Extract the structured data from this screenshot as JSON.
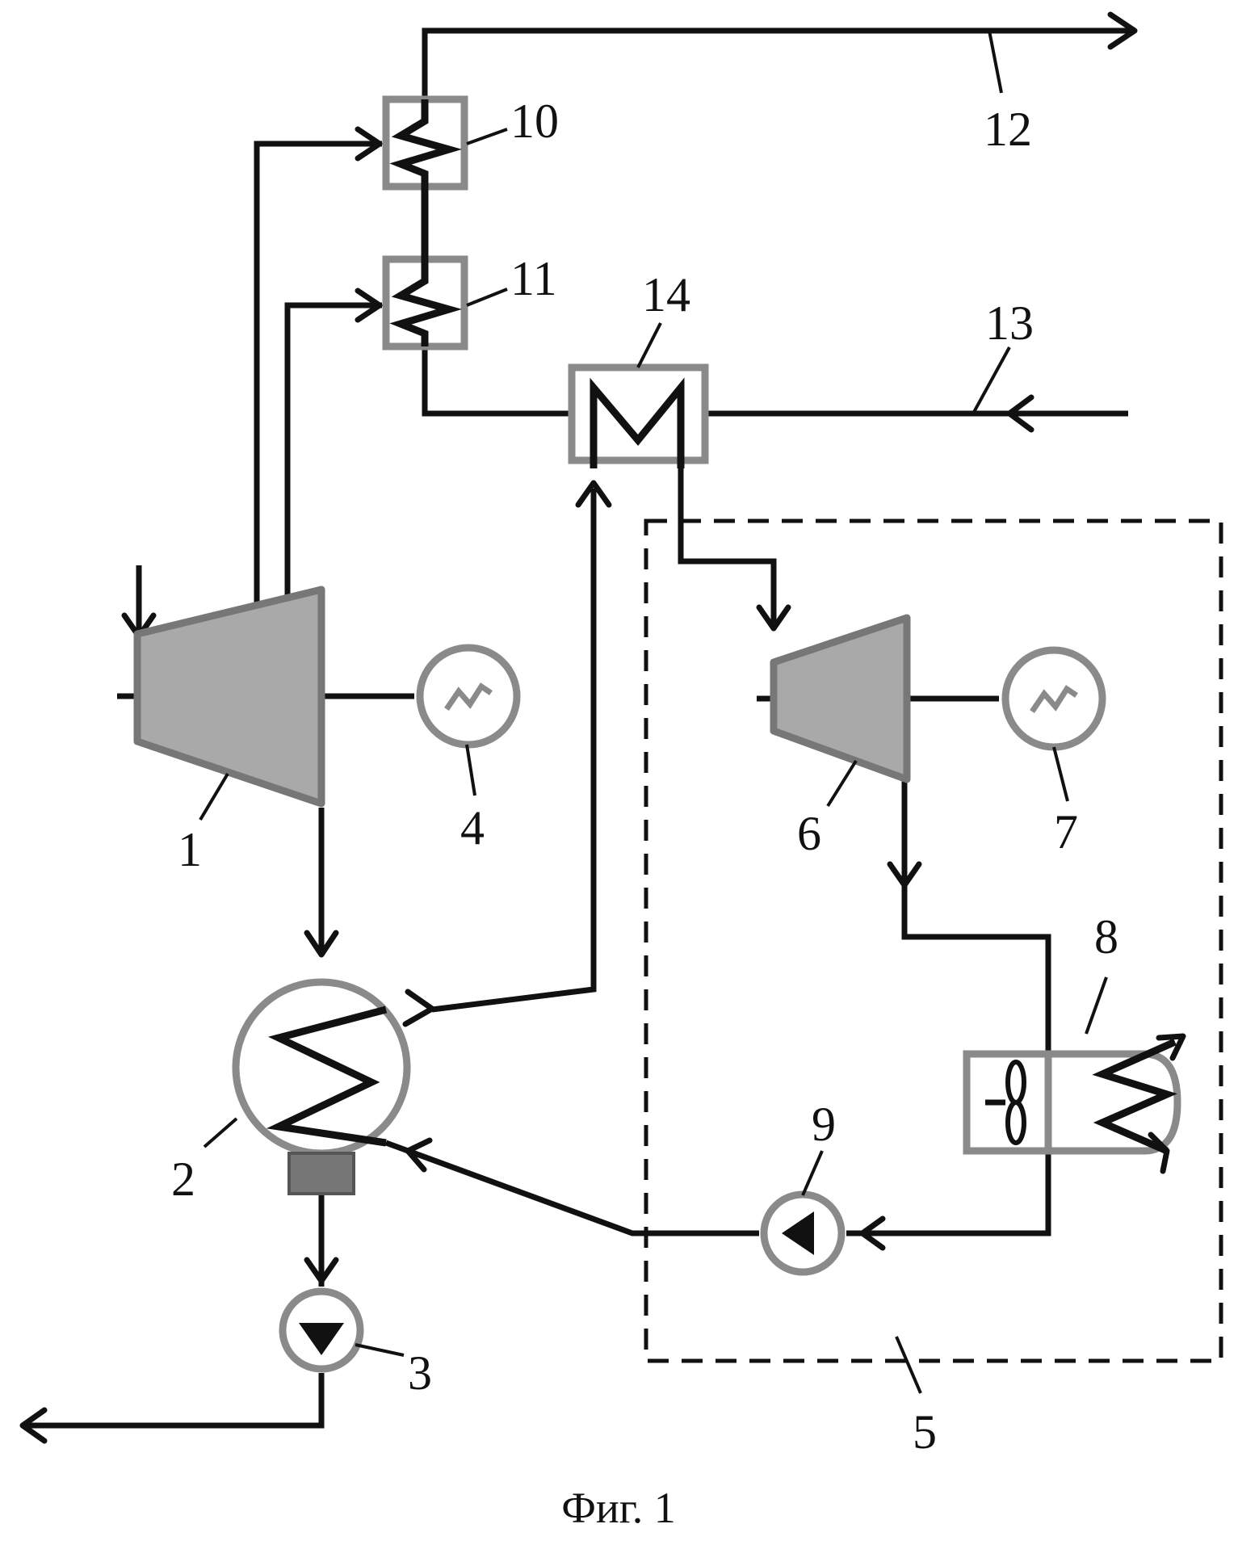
{
  "labels": {
    "n1": "1",
    "n2": "2",
    "n3": "3",
    "n4": "4",
    "n5": "5",
    "n6": "6",
    "n7": "7",
    "n8": "8",
    "n9": "9",
    "n10": "10",
    "n11": "11",
    "n12": "12",
    "n13": "13",
    "n14": "14"
  },
  "caption": "Фиг. 1",
  "colors": {
    "line": "#111111",
    "equipment_outline": "#8a8a8a",
    "turbine_fill": "#a9a9a9",
    "condenser_hotwell": "#777777"
  }
}
